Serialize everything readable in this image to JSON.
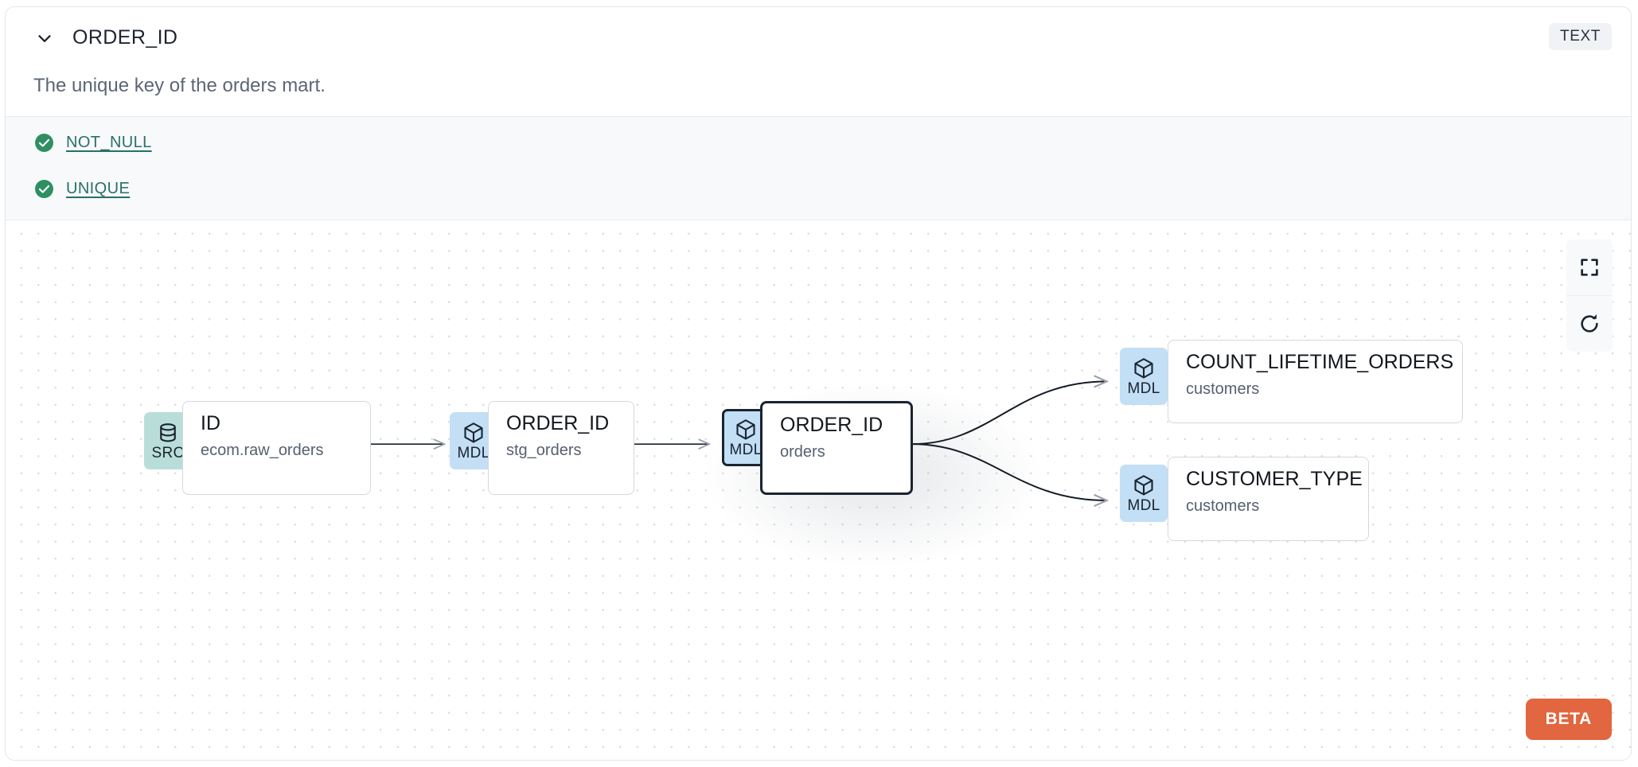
{
  "header": {
    "expand_icon": "chevron-down-icon",
    "title": "ORDER_ID",
    "type_badge": "TEXT"
  },
  "description": "The unique key of the orders mart.",
  "tests": {
    "items": [
      {
        "status_icon": "check-circle-icon",
        "label": "NOT_NULL"
      },
      {
        "status_icon": "check-circle-icon",
        "label": "UNIQUE"
      }
    ]
  },
  "lineage": {
    "controls": [
      {
        "icon": "fit-view-icon",
        "label": "Fit view"
      },
      {
        "icon": "refresh-icon",
        "label": "Reset"
      }
    ],
    "beta_label": "BETA",
    "nodes": [
      {
        "id": "src-id",
        "kind": "SRC",
        "kind_icon": "database-icon",
        "name": "ID",
        "parent": "ecom.raw_orders",
        "selected": false
      },
      {
        "id": "stg-order-id",
        "kind": "MDL",
        "kind_icon": "cube-icon",
        "name": "ORDER_ID",
        "parent": "stg_orders",
        "selected": false
      },
      {
        "id": "orders-order-id",
        "kind": "MDL",
        "kind_icon": "cube-icon",
        "name": "ORDER_ID",
        "parent": "orders",
        "selected": true
      },
      {
        "id": "count-lifetime",
        "kind": "MDL",
        "kind_icon": "cube-icon",
        "name": "COUNT_LIFETIME_ORDERS",
        "parent": "customers",
        "selected": false
      },
      {
        "id": "customer-type",
        "kind": "MDL",
        "kind_icon": "cube-icon",
        "name": "CUSTOMER_TYPE",
        "parent": "customers",
        "selected": false
      }
    ],
    "edges": [
      {
        "from": "src-id",
        "to": "stg-order-id"
      },
      {
        "from": "stg-order-id",
        "to": "orders-order-id"
      },
      {
        "from": "orders-order-id",
        "to": "count-lifetime"
      },
      {
        "from": "orders-order-id",
        "to": "customer-type"
      }
    ]
  },
  "colors": {
    "src_badge": "#b9ded9",
    "mdl_badge": "#c2dff5",
    "test_pass": "#2e8f62",
    "test_link": "#2b6f68",
    "beta": "#e2663f",
    "selected_border": "#1b2430"
  }
}
